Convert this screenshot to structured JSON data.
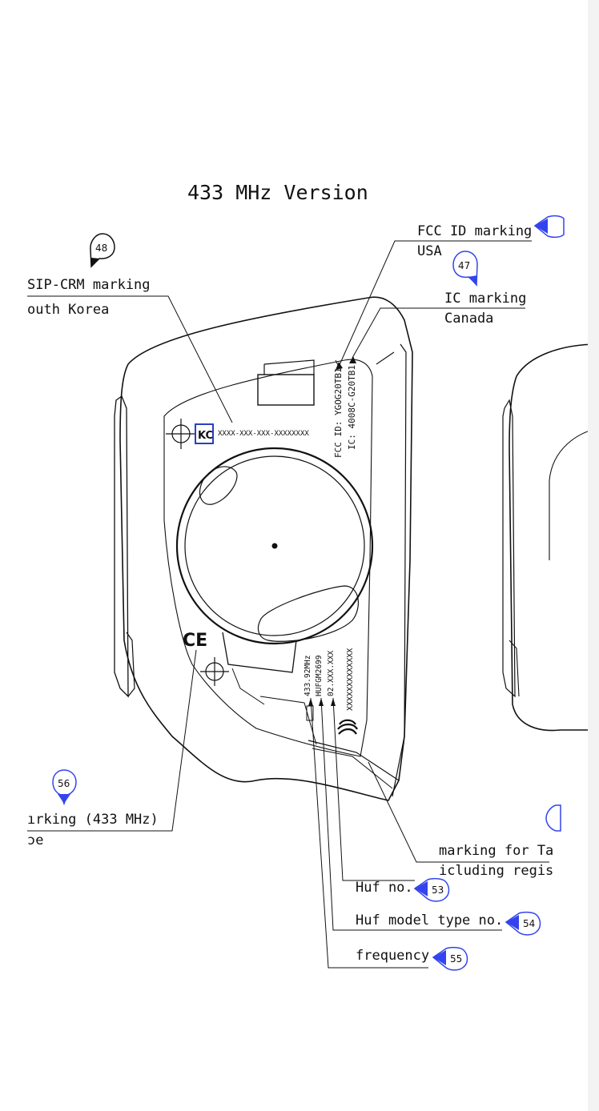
{
  "title": "433 MHz Version",
  "labels": {
    "fcc_line1": "FCC ID marking",
    "fcc_line2": "USA",
    "ic_line1": "IC marking",
    "ic_line2": "Canada",
    "sip_line1": "SIP-CRM marking",
    "sip_line2": "outh Korea",
    "ce_line1": "ırking (433 MHz)",
    "ce_line2": "ɔe",
    "taiwan_line1": "marking for Ta",
    "taiwan_line2": "icluding regis",
    "huf_no": "Huf no.",
    "huf_model": "Huf model type no.",
    "frequency": "frequency"
  },
  "markings": {
    "kc_serial": "XXXX-XXX-XXX-XXXXXXXX",
    "fcc_id": "FCC ID: YGOG20TB1",
    "ic_id": "IC: 4008C-G20TB1",
    "freq_text": "433.92MHz",
    "model_text": "HUFGM2699",
    "huf_no_text": "02.XXX.XXX",
    "taiwan_code": "XXXXXXXXXXXXX",
    "ce_mark": "CE",
    "kc_mark": "KC"
  },
  "callouts": {
    "c47": "47",
    "c48": "48",
    "c53": "53",
    "c54": "54",
    "c55": "55",
    "c56": "56"
  },
  "colors": {
    "callout_blue": "#3344ee",
    "ce_yellow": "#e8d400",
    "kc_blue": "#2a3fbf"
  }
}
